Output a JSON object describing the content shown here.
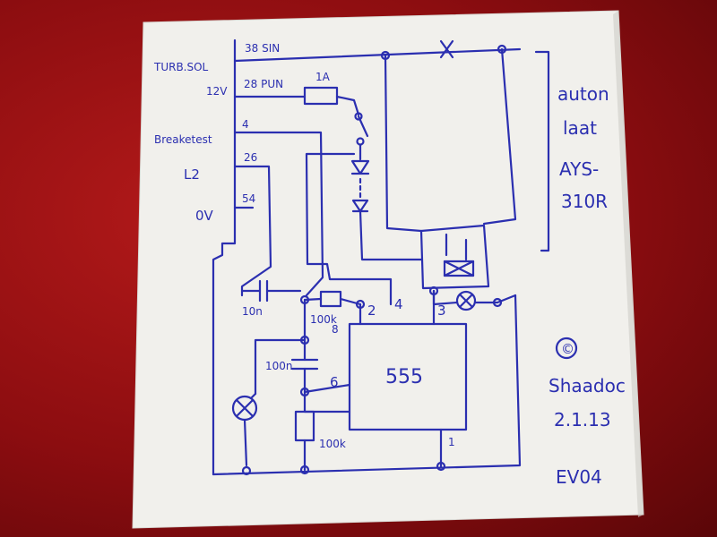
{
  "connector": {
    "pins": [
      {
        "number": "38 SIN",
        "signal": "TURB.SOL"
      },
      {
        "number": "28 PUN",
        "signal": "12V"
      },
      {
        "number": "4",
        "signal": "Breaketest"
      },
      {
        "number": "26",
        "signal": "L2"
      },
      {
        "number": "54",
        "signal": "0V"
      }
    ]
  },
  "components": {
    "fuse": "1A",
    "cap_left": "10n",
    "resistor_top": "100k",
    "cap_timing": "100n",
    "resistor_bottom": "100k",
    "ic": "555",
    "pin_labels": [
      "2",
      "4",
      "3",
      "6",
      "8",
      "1"
    ]
  },
  "relay_note": [
    "auton",
    "laat",
    "AYS-",
    "310R"
  ],
  "signature": {
    "copyright": "©",
    "author": "Shaadoc",
    "date": "2.1.13",
    "code": "EV04"
  },
  "colors": {
    "ink": "#2b2fb0",
    "paper": "#f2f1ee",
    "background": "#9c1114"
  }
}
